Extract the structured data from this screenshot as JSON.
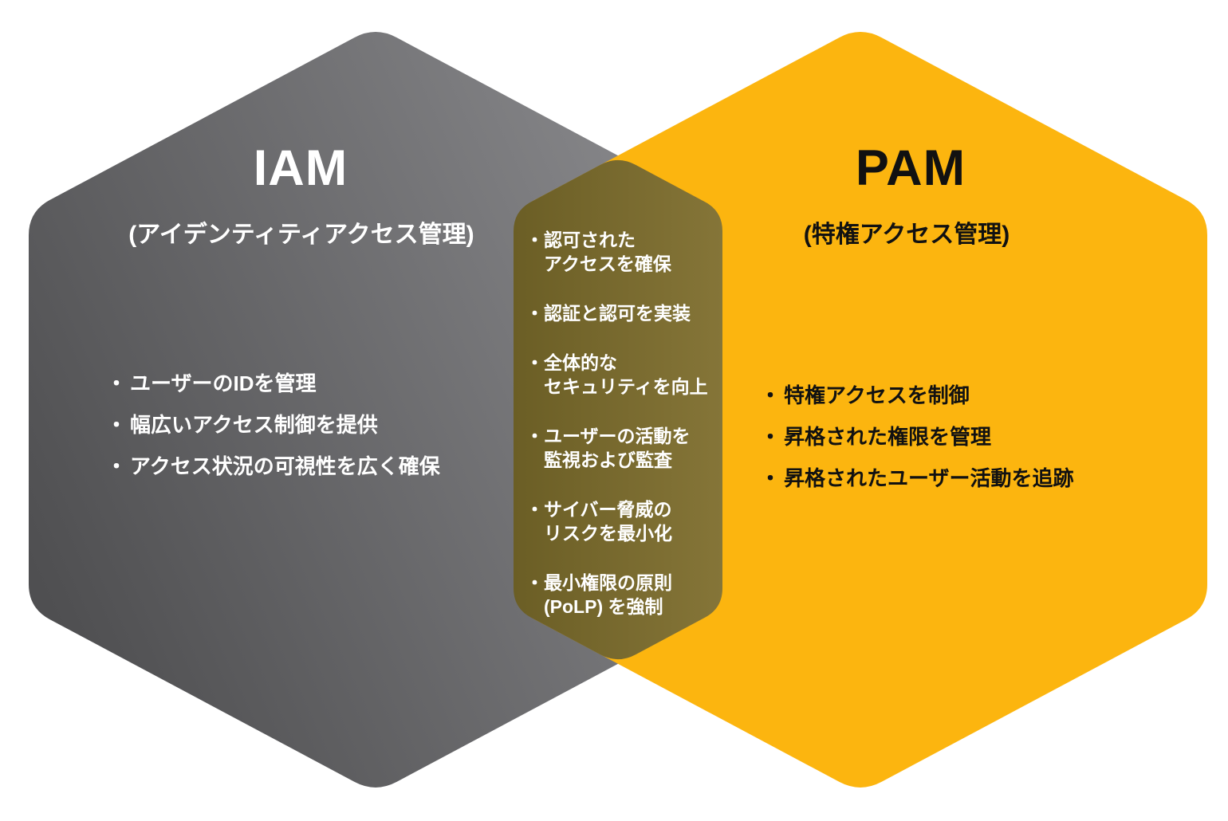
{
  "bullet_char": "・",
  "colors": {
    "background": "#ffffff",
    "iam_gradient_dark": "#4f4f51",
    "iam_gradient_light": "#8a8a8d",
    "pam_yellow": "#FCB50F",
    "overlap_dark": "#6b5e25",
    "overlap_light": "#857538",
    "iam_text": "#ffffff",
    "pam_text": "#111111"
  },
  "iam": {
    "title": "IAM",
    "subtitle": "(アイデンティティアクセス管理)",
    "bullets": [
      "ユーザーのIDを管理",
      "幅広いアクセス制御を提供",
      "アクセス状況の可視性を広く確保"
    ]
  },
  "pam": {
    "title": "PAM",
    "subtitle": "(特権アクセス管理)",
    "bullets": [
      "特権アクセスを制御",
      "昇格された権限を管理",
      "昇格されたユーザー活動を追跡"
    ]
  },
  "shared": {
    "items": [
      "認可された\nアクセスを確保",
      "認証と認可を実装",
      "全体的な\nセキュリティを向上",
      "ユーザーの活動を\n監視および監査",
      "サイバー脅威の\nリスクを最小化",
      "最小権限の原則\n(PoLP) を強制"
    ]
  }
}
